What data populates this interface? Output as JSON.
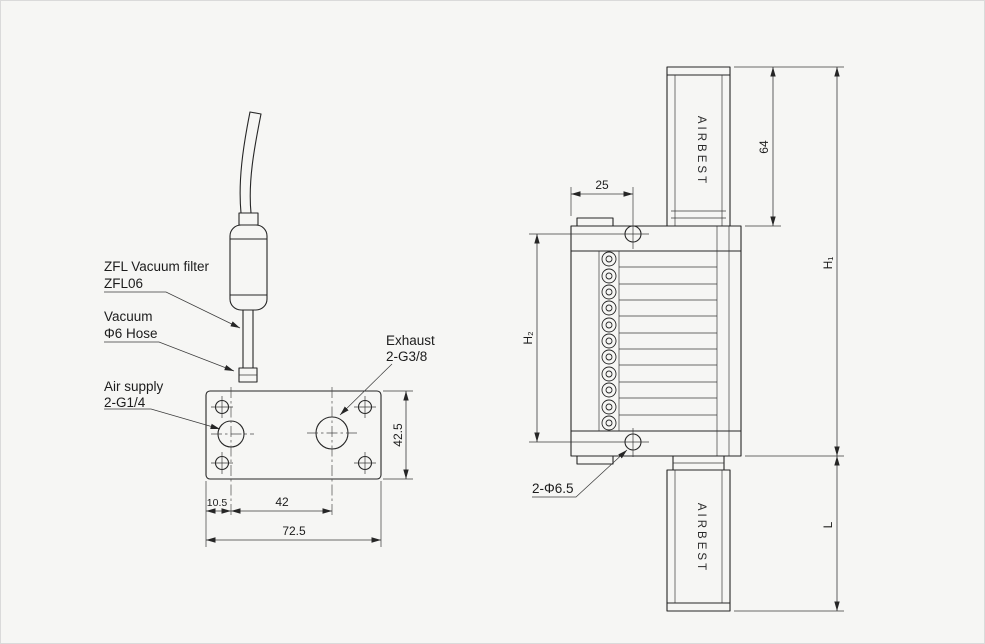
{
  "drawing": {
    "background": "#f6f6f4",
    "line_color": "#262626"
  },
  "left_view": {
    "callouts": {
      "filter_line1": "ZFL Vacuum filter",
      "filter_line2": "ZFL06",
      "vacuum_line1": "Vacuum",
      "vacuum_line2": "Φ6 Hose",
      "air_line1": "Air supply",
      "air_line2": "2-G1/4",
      "exhaust_line1": "Exhaust",
      "exhaust_line2": "2-G3/8"
    },
    "dims": {
      "edge_to_port": "10.5",
      "port_pitch": "42",
      "overall_width": "72.5",
      "overall_depth": "42.5"
    }
  },
  "right_view": {
    "brand_top": "AIRBEST",
    "brand_bottom": "AIRBEST",
    "dims": {
      "edge_to_hole": "25",
      "top_silencer": "64",
      "overall_height": "H₁",
      "hole_pitch": "H₂",
      "bottom_silencer": "L",
      "mount_holes": "2-Φ6.5"
    }
  }
}
